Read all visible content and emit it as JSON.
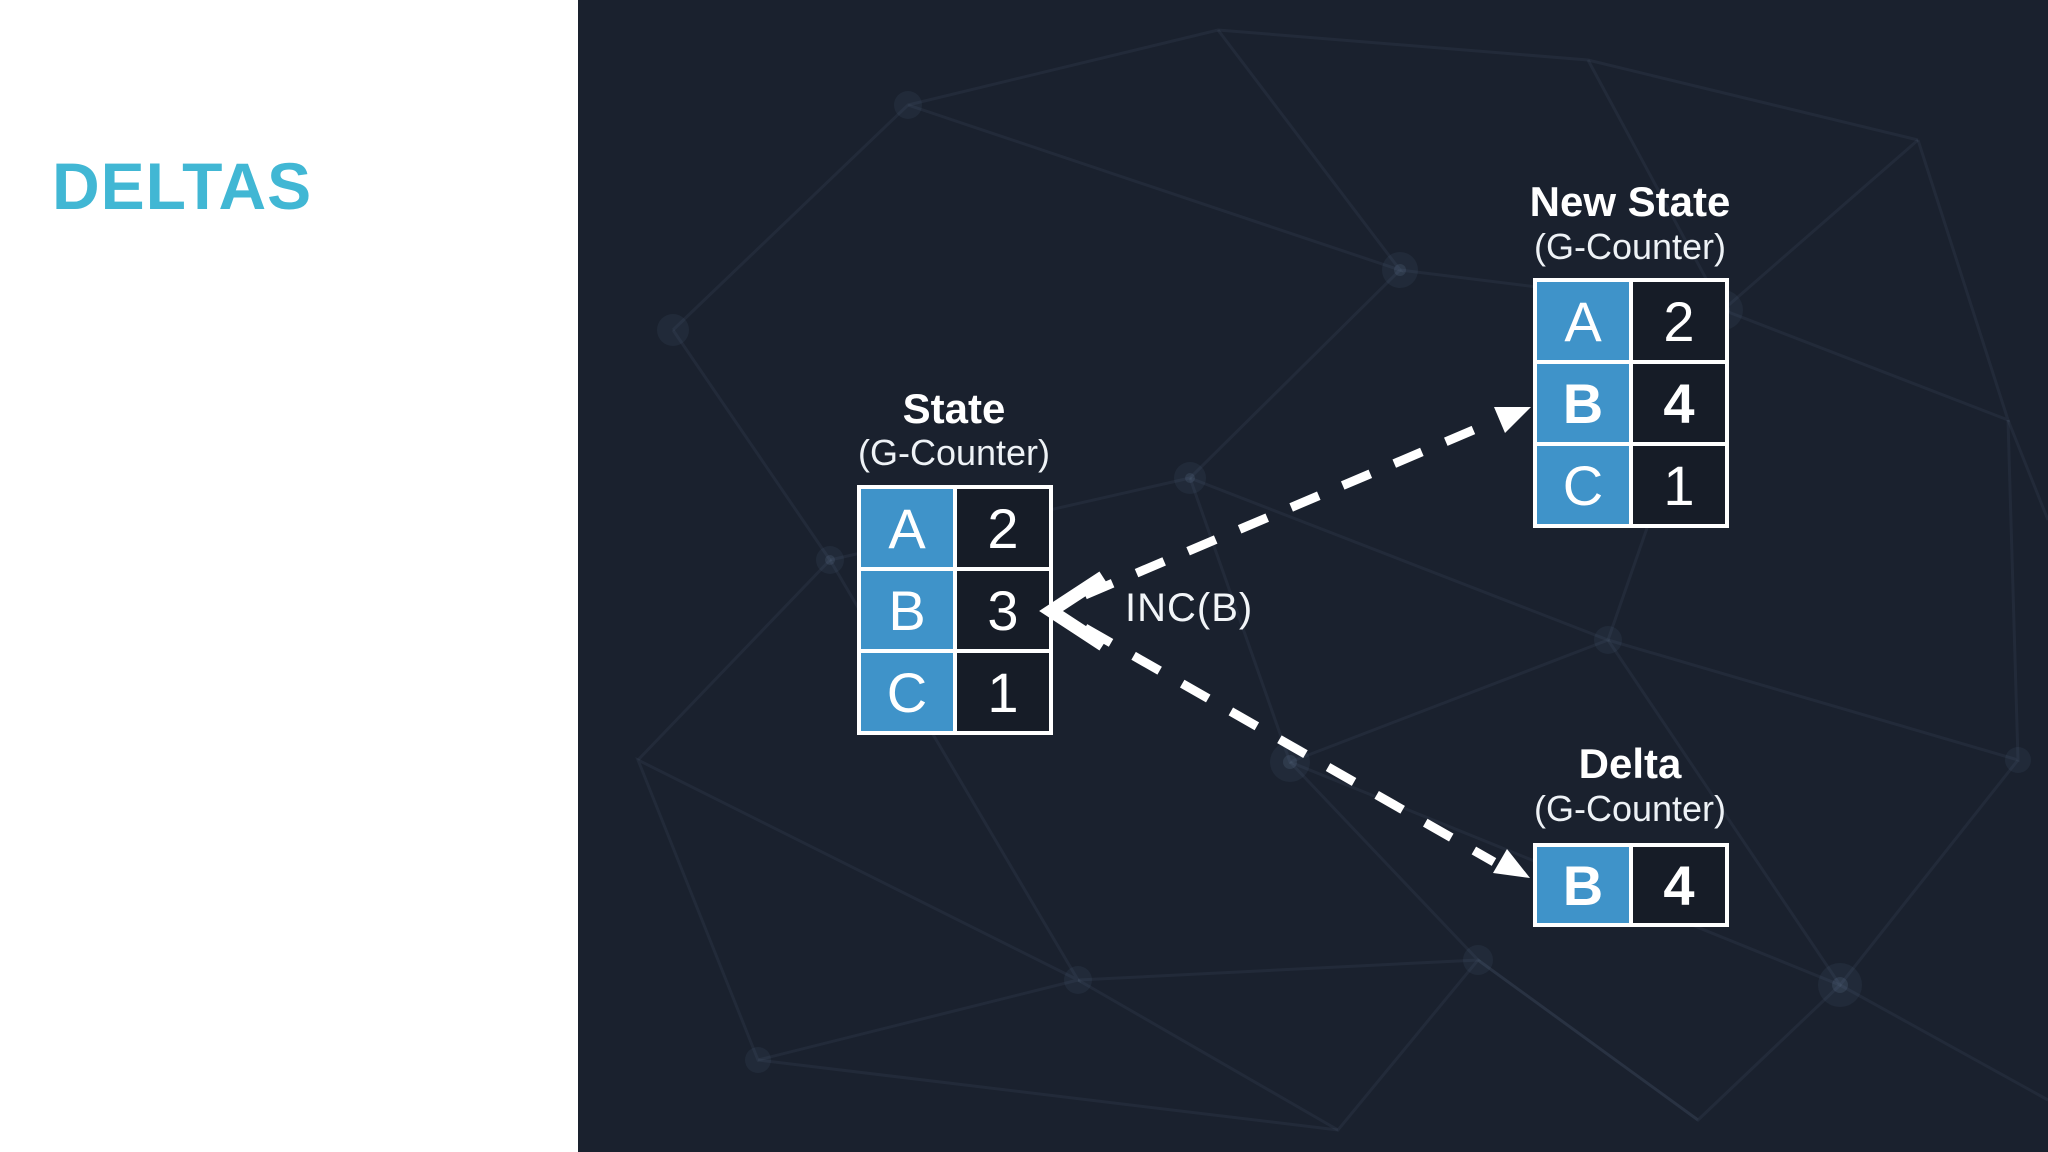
{
  "slide": {
    "title": "DELTAS"
  },
  "diagram": {
    "inc_label": "INC(B)",
    "tables": [
      {
        "id": "state",
        "title": "State",
        "subtitle": "(G-Counter)",
        "rows": [
          {
            "key": "A",
            "value": "2",
            "bold": false
          },
          {
            "key": "B",
            "value": "3",
            "bold": false
          },
          {
            "key": "C",
            "value": "1",
            "bold": false
          }
        ]
      },
      {
        "id": "new-state",
        "title": "New State",
        "subtitle": "(G-Counter)",
        "rows": [
          {
            "key": "A",
            "value": "2",
            "bold": false
          },
          {
            "key": "B",
            "value": "4",
            "bold": true
          },
          {
            "key": "C",
            "value": "1",
            "bold": false
          }
        ]
      },
      {
        "id": "delta",
        "title": "Delta",
        "subtitle": "(G-Counter)",
        "rows": [
          {
            "key": "B",
            "value": "4",
            "bold": true
          }
        ]
      }
    ]
  },
  "colors": {
    "accent_teal": "#41b7d4",
    "cell_blue": "#3f93c9",
    "background_dark": "#1a212e",
    "cell_dark": "#161c27",
    "arrow_white": "#ffffff"
  }
}
